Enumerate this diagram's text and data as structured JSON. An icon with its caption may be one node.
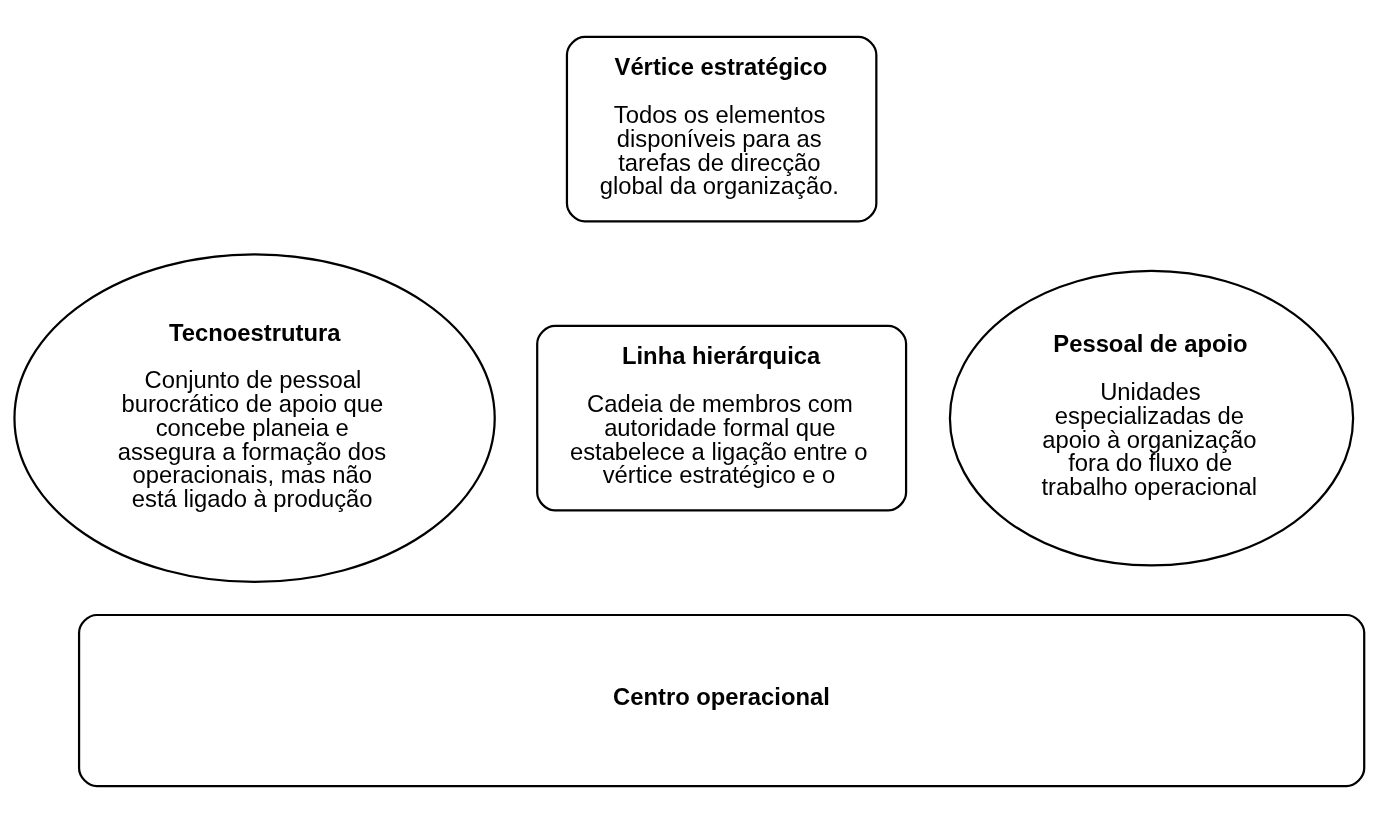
{
  "diagram": {
    "nodes": [
      {
        "text": [
          "Vértice estratégico",
          "Todos os elementos disponíveis para as tarefas de direcção global da organização."
        ]
      },
      {
        "text": [
          "Tecnoestrutura",
          "Conjunto de pessoal burocrático de apoio que concebe planeia e assegura a formação dos operacionais, mas não está ligado à produção"
        ]
      },
      {
        "text": [
          "Linha hierárquica",
          "Cadeia de membros com autoridade formal que estabelece a ligação entre o vértice estratégico e o"
        ]
      },
      {
        "text": [
          "Pessoal de apoio",
          "Unidades especializadas de apoio à organização fora do fluxo de trabalho operacional"
        ]
      },
      {
        "text": [
          "Centro operacional"
        ]
      }
    ],
    "edges": []
  }
}
